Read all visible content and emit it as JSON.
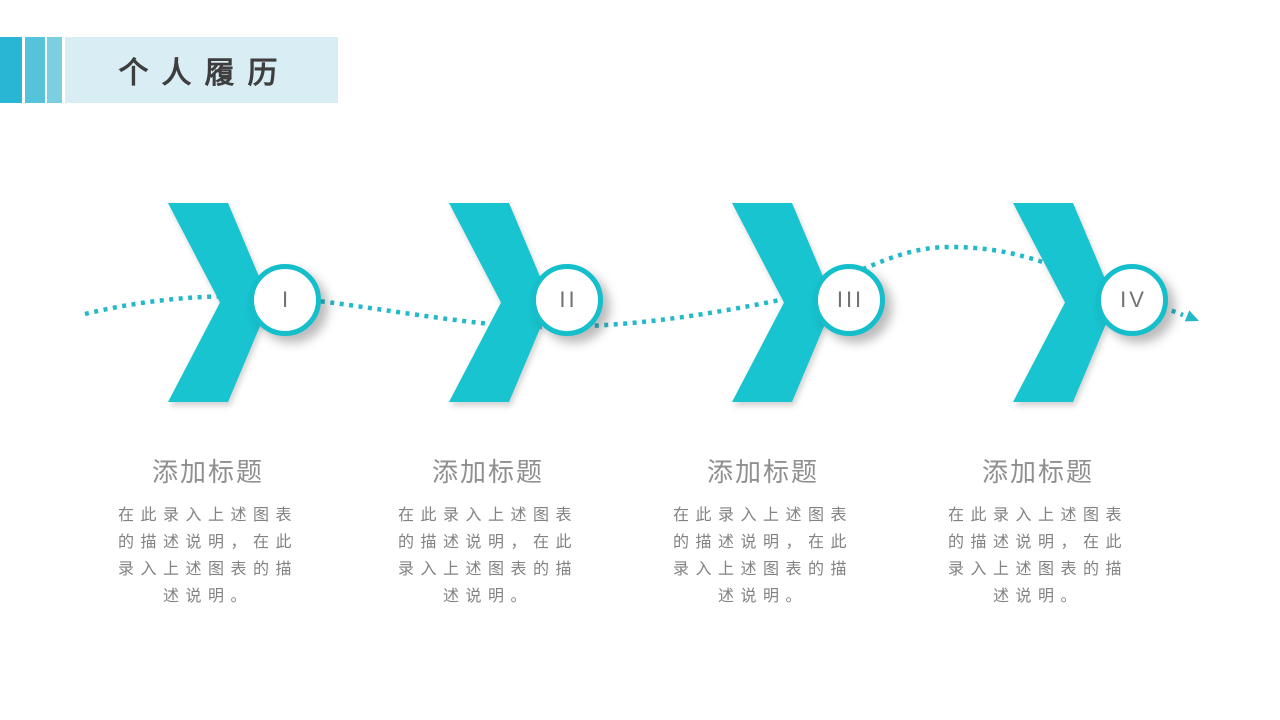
{
  "header": {
    "title": "个人履历"
  },
  "steps": [
    {
      "numeral": "I",
      "title": "添加标题",
      "description": "在此录入上述图表\n的描述说明，在此\n录入上述图表的描\n述说明。"
    },
    {
      "numeral": "II",
      "title": "添加标题",
      "description": "在此录入上述图表\n的描述说明，在此\n录入上述图表的描\n述说明。"
    },
    {
      "numeral": "III",
      "title": "添加标题",
      "description": "在此录入上述图表\n的描述说明，在此\n录入上述图表的描\n述说明。"
    },
    {
      "numeral": "IV",
      "title": "添加标题",
      "description": "在此录入上述图表\n的描述说明，在此\n录入上述图表的描\n述说明。"
    }
  ],
  "colors": {
    "chevron_fill": "#17c4cf",
    "circle_border": "#14bfcb",
    "dotted_line": "#23b9c9",
    "header_bar_dark": "#29b5d4",
    "header_bar_mid": "#55c3da",
    "header_bar_light": "#7ccfe0",
    "title_box_bg": "#d9edf5",
    "title_text": "#3e3e3e",
    "caption_title": "#8f8f8f",
    "caption_body": "#828282"
  }
}
